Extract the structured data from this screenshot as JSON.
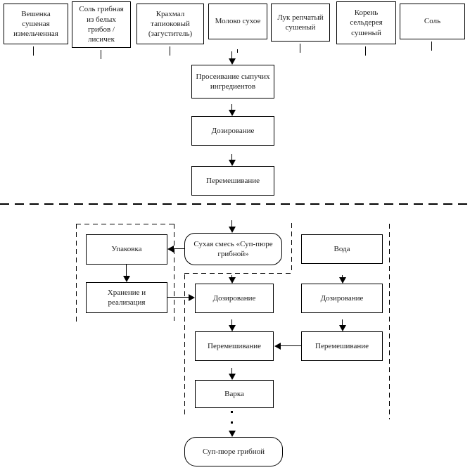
{
  "diagram": {
    "ingredients": [
      "Вешенка сушеная измельченная",
      "Соль грибная из белых грибов / лисичек",
      "Крахмал тапиоковый (загуститель)",
      "Молоко сухое",
      "Лук репчатый сушеный",
      "Корень сельдерея сушеный",
      "Соль"
    ],
    "preparation": {
      "sieving": "Просеивание сыпучих ингредиентов",
      "dosing": "Дозирование",
      "mixing": "Перемешивание"
    },
    "lower": {
      "dry_mix": "Сухая смесь «Суп-пюре грибной»",
      "packaging": "Упаковка",
      "storage": "Хранение и реализация",
      "water": "Вода",
      "dosing_dry": "Дозирование",
      "dosing_water": "Дозирование",
      "mixing_dry": "Перемешивание",
      "mixing_water": "Перемешивание",
      "cooking": "Варка",
      "product": "Суп-пюре грибной"
    },
    "colors": {
      "line": "#000000",
      "background": "#ffffff"
    }
  }
}
